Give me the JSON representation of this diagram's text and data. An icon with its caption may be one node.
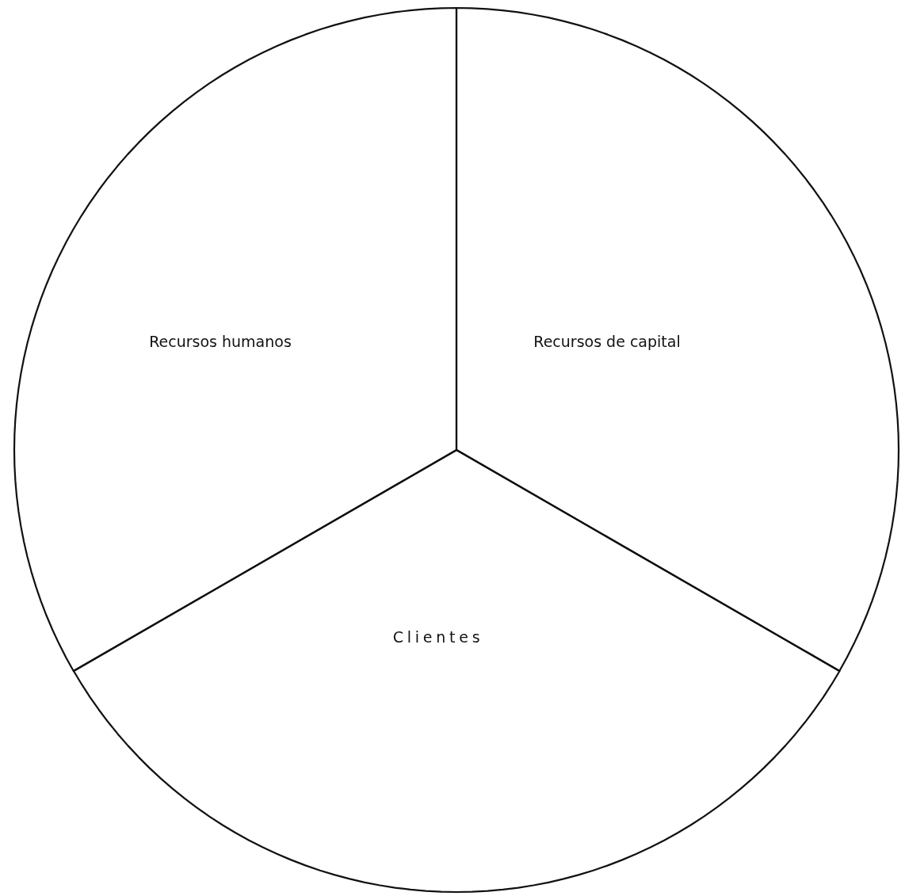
{
  "diagram": {
    "nodes": [
      {
        "text": [
          "Recursos humanos"
        ]
      },
      {
        "text": [
          "Recursos de capital"
        ]
      },
      {
        "text": [
          "Clientes"
        ]
      }
    ]
  }
}
